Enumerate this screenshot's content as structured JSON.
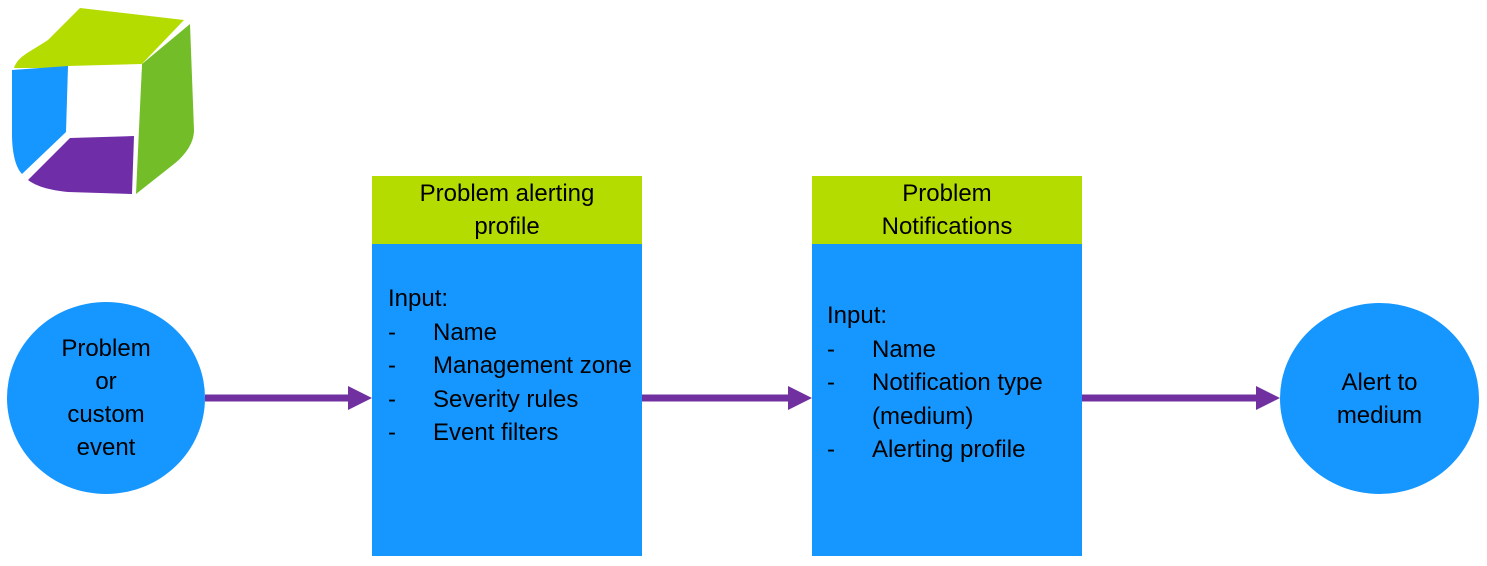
{
  "colors": {
    "node_blue": "#1696ff",
    "header_green": "#b5dc00",
    "arrow_purple": "#7030a0",
    "logo_green_light": "#b5dc00",
    "logo_green_dark": "#73be28",
    "logo_blue": "#1696ff",
    "logo_purple": "#6f2da8"
  },
  "logo": {
    "icon": "dynatrace-logo-icon"
  },
  "start_node": {
    "label": "Problem\nor\ncustom\nevent"
  },
  "alerting_profile": {
    "title": "Problem alerting\nprofile",
    "input_label": "Input:",
    "items": [
      "Name",
      "Management zone",
      "Severity rules",
      "Event filters"
    ]
  },
  "notifications": {
    "title": "Problem\nNotifications",
    "input_label": "Input:",
    "items": [
      "Name",
      "Notification type (medium)",
      "Alerting profile"
    ]
  },
  "end_node": {
    "label": "Alert to\nmedium"
  },
  "bullet": "-"
}
